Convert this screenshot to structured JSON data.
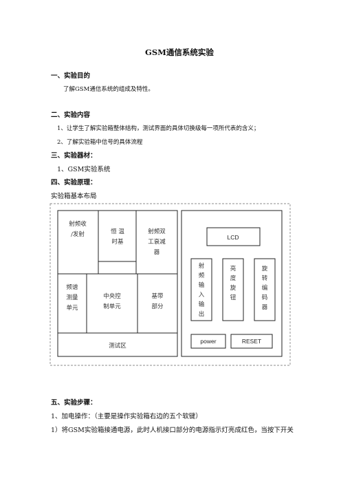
{
  "title": "GSM通信系统实验",
  "sections": {
    "s1": {
      "heading": "一、实验目的",
      "lines": [
        "了解GSM通信系统的组成及特性。"
      ]
    },
    "s2": {
      "heading": "二、实验内容",
      "lines": [
        "1、让学生了解实验箱整体结构，测试界面的具体切换级每一项所代表的含义；",
        "2、了解实验箱中信号的具体流程"
      ]
    },
    "s3": {
      "heading": "三、实验器材：",
      "lines": [
        "1、GSM实验系统"
      ]
    },
    "s4": {
      "heading": "四、实验原理：",
      "lines": [
        "实验箱基本布局"
      ]
    },
    "s5": {
      "heading": "五、实验步骤：",
      "lines": [
        "1、加电操作：（主要是操作实验箱右边的五个软键）",
        "1）将GSM实验箱接通电源，此时人机接口部分的电源指示灯亮成红色，当按下开关"
      ]
    }
  },
  "diagram": {
    "left": {
      "rf_tx": [
        "射频收",
        "/发射"
      ],
      "osc": [
        "恒  温",
        "时基"
      ],
      "atten": [
        "射频双",
        "工衰减",
        "器"
      ],
      "spectrum": [
        "频谱",
        "测量",
        "单元"
      ],
      "cpu": [
        "中央控",
        "制单元"
      ],
      "baseband": [
        "基带",
        "部分"
      ],
      "test": "测试区"
    },
    "right": {
      "lcd": "LCD",
      "rf_in": [
        "射",
        "频",
        "输",
        "入",
        "输",
        "出"
      ],
      "brightness": [
        "亮",
        "度",
        "旋",
        "钮"
      ],
      "encoder": [
        "旋",
        "转",
        "编",
        "码",
        "器"
      ],
      "power": "power",
      "reset": "RESET"
    }
  }
}
